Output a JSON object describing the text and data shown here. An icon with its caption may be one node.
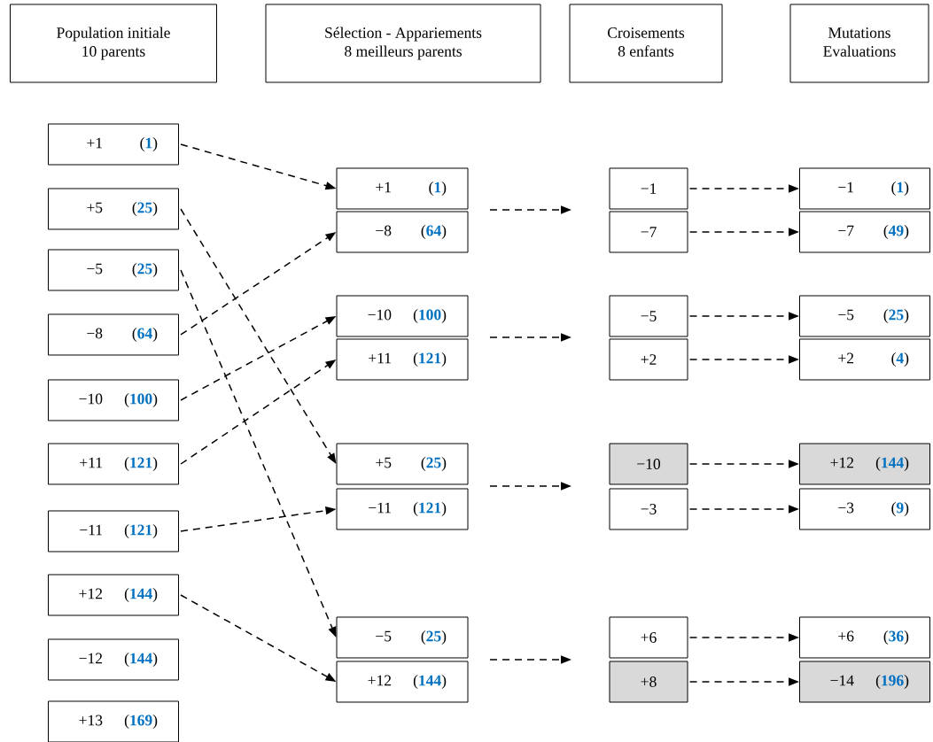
{
  "diagram": {
    "nodes": [
      {
        "text": [
          "Population initiale",
          "10 parents"
        ]
      },
      {
        "text": [
          "Sélection - Appariements",
          "8 meilleurs parents"
        ]
      },
      {
        "text": [
          "Croisements",
          "8 enfants"
        ]
      },
      {
        "text": [
          "Mutations",
          "Evaluations"
        ]
      },
      {
        "text": [
          "+1",
          "(**1**)"
        ]
      },
      {
        "text": [
          "+5",
          "(**25**)"
        ]
      },
      {
        "text": [
          "−5",
          "(**25**)"
        ]
      },
      {
        "text": [
          "−8",
          "(**64**)"
        ]
      },
      {
        "text": [
          "−10",
          "(**100**)"
        ]
      },
      {
        "text": [
          "+11",
          "(**121**)"
        ]
      },
      {
        "text": [
          "−11",
          "(**121**)"
        ]
      },
      {
        "text": [
          "+12",
          "(**144**)"
        ]
      },
      {
        "text": [
          "−12",
          "(**144**)"
        ]
      },
      {
        "text": [
          "+13",
          "(**169**)"
        ]
      },
      {
        "text": [
          "+1",
          "(**1**)"
        ]
      },
      {
        "text": [
          "−8",
          "(**64**)"
        ]
      },
      {
        "text": [
          "−10",
          "(**100**)"
        ]
      },
      {
        "text": [
          "+11",
          "(**121**)"
        ]
      },
      {
        "text": [
          "+5",
          "(**25**)"
        ]
      },
      {
        "text": [
          "−11",
          "(**121**)"
        ]
      },
      {
        "text": [
          "−5",
          "(**25**)"
        ]
      },
      {
        "text": [
          "+12",
          "(**144**)"
        ]
      },
      {
        "text": [
          "−1"
        ]
      },
      {
        "text": [
          "−7"
        ]
      },
      {
        "text": [
          "−5"
        ]
      },
      {
        "text": [
          "+2"
        ]
      },
      {
        "text": [
          "−10"
        ]
      },
      {
        "text": [
          "−3"
        ]
      },
      {
        "text": [
          "+6"
        ]
      },
      {
        "text": [
          "+8"
        ]
      },
      {
        "text": [
          "−1",
          "(**1**)"
        ]
      },
      {
        "text": [
          "−7",
          "(**49**)"
        ]
      },
      {
        "text": [
          "−5",
          "(**25**)"
        ]
      },
      {
        "text": [
          "+2",
          "(**4**)"
        ]
      },
      {
        "text": [
          "+12",
          "(**144**)"
        ]
      },
      {
        "text": [
          "−3",
          "(**9**)"
        ]
      },
      {
        "text": [
          "+6",
          "(**36**)"
        ]
      },
      {
        "text": [
          "−14",
          "(**196**)"
        ]
      }
    ],
    "edges": [
      {
        "from": 4,
        "to": 14,
        "arrow": "to",
        "style": "dashed"
      },
      {
        "from": 7,
        "to": 15,
        "arrow": "to",
        "style": "dashed"
      },
      {
        "from": 8,
        "to": 16,
        "arrow": "to",
        "style": "dashed"
      },
      {
        "from": 9,
        "to": 17,
        "arrow": "to",
        "style": "dashed"
      },
      {
        "from": 5,
        "to": 18,
        "arrow": "to",
        "style": "dashed"
      },
      {
        "from": 10,
        "to": 19,
        "arrow": "to",
        "style": "dashed"
      },
      {
        "from": 6,
        "to": 20,
        "arrow": "to",
        "style": "dashed"
      },
      {
        "from": 11,
        "to": 21,
        "arrow": "to",
        "style": "dashed"
      },
      {
        "from": 22,
        "to": 30,
        "arrow": "to",
        "style": "dashed"
      },
      {
        "from": 23,
        "to": 31,
        "arrow": "to",
        "style": "dashed"
      },
      {
        "from": 24,
        "to": 32,
        "arrow": "to",
        "style": "dashed"
      },
      {
        "from": 25,
        "to": 33,
        "arrow": "to",
        "style": "dashed"
      },
      {
        "from": 26,
        "to": 34,
        "arrow": "to",
        "style": "dashed"
      },
      {
        "from": 27,
        "to": 35,
        "arrow": "to",
        "style": "dashed"
      },
      {
        "from": 28,
        "to": 36,
        "arrow": "to",
        "style": "dashed"
      },
      {
        "from": 29,
        "to": 37,
        "arrow": "to",
        "style": "dashed"
      }
    ]
  }
}
